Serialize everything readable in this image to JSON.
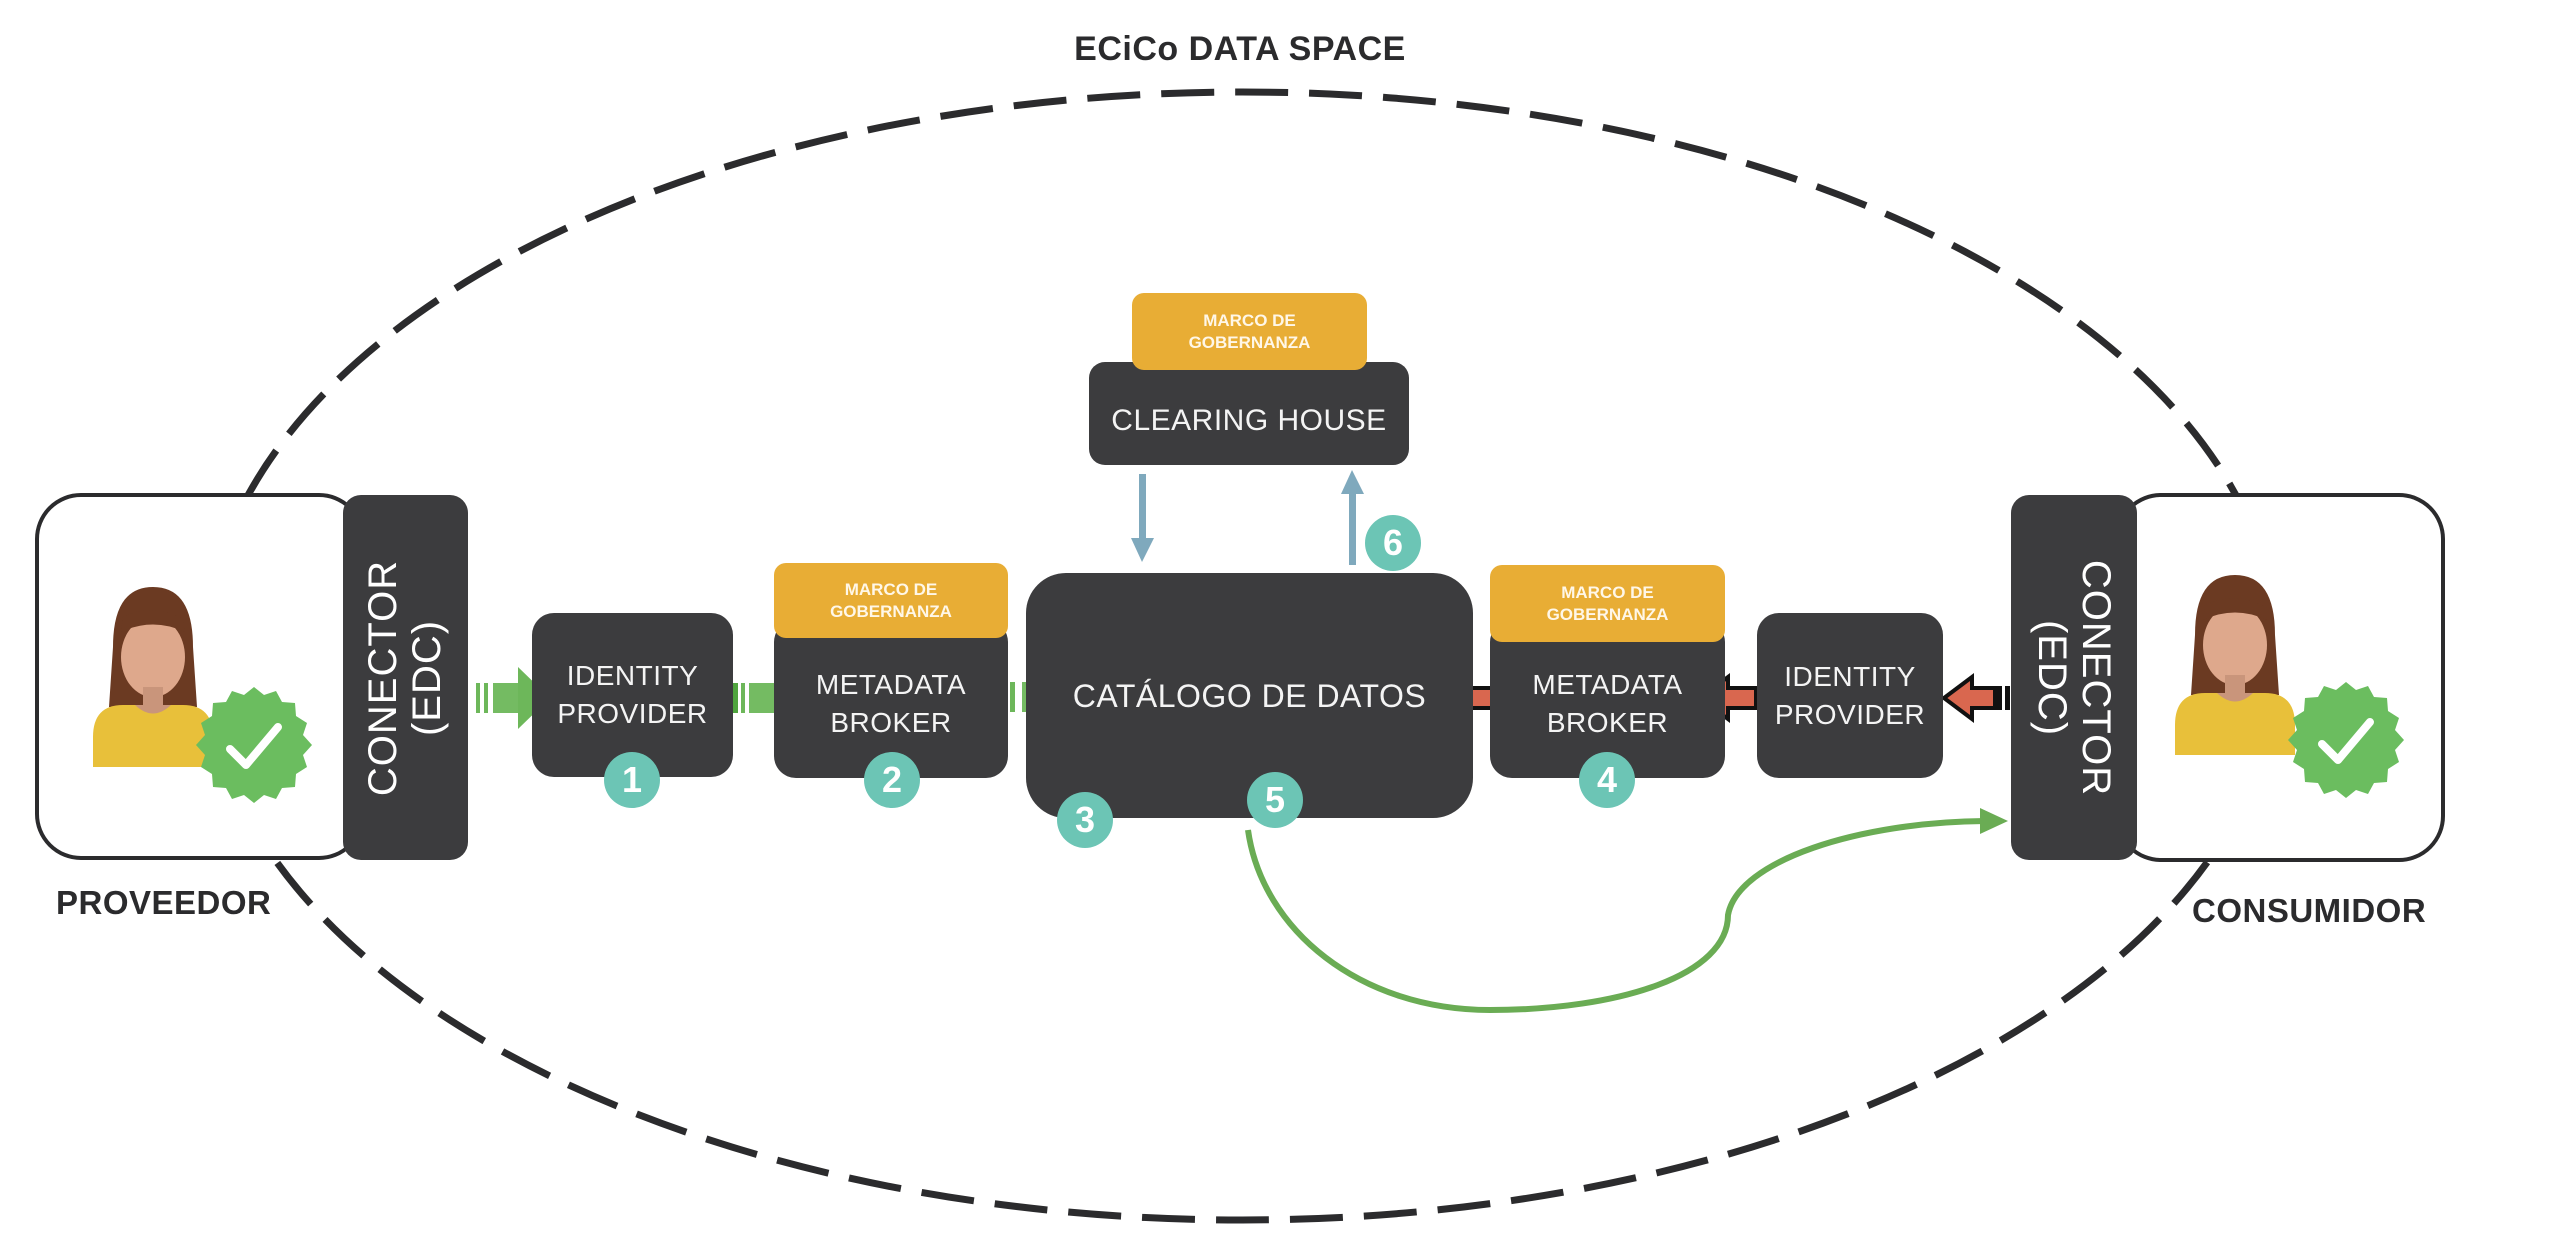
{
  "title": "ECiCo DATA SPACE",
  "colors": {
    "box": "#3c3c3e",
    "governance": "#e8ad35",
    "badge": "#6cc5b5",
    "flow_in": "#6db75a",
    "flow_out": "#d9674f",
    "clearing_arrows": "#7fa9bd",
    "boundary": "#2b2b2d"
  },
  "provider": {
    "role_label": "PROVEEDOR",
    "connector_label_line1": "CONECTOR",
    "connector_label_line2": "(EDC)",
    "avatar_icon": "person-icon",
    "verified_icon": "check-badge-icon"
  },
  "consumer": {
    "role_label": "CONSUMIDOR",
    "connector_label_line1": "CONECTOR",
    "connector_label_line2": "(EDC)",
    "avatar_icon": "person-icon",
    "verified_icon": "check-badge-icon"
  },
  "governance_label": "MARCO DE\nGOBERNANZA",
  "nodes": {
    "identity_provider_left": {
      "label": "IDENTITY\nPROVIDER",
      "step": "1"
    },
    "metadata_broker_left": {
      "label": "METADATA\nBROKER",
      "step": "2",
      "governance": "MARCO DE\nGOBERNANZA"
    },
    "catalog": {
      "label": "CATÁLOGO DE DATOS",
      "step_a": "3",
      "step_b": "5"
    },
    "clearing_house": {
      "label": "CLEARING HOUSE",
      "step": "6",
      "governance": "MARCO DE\nGOBERNANZA"
    },
    "metadata_broker_right": {
      "label": "METADATA\nBROKER",
      "step": "4",
      "governance": "MARCO DE\nGOBERNANZA"
    },
    "identity_provider_right": {
      "label": "IDENTITY\nPROVIDER"
    }
  },
  "flows": [
    {
      "from": "provider-connector",
      "to": "identity-provider-left",
      "kind": "in"
    },
    {
      "from": "identity-provider-left",
      "to": "metadata-broker-left",
      "kind": "in"
    },
    {
      "from": "metadata-broker-left",
      "to": "catalog",
      "kind": "in"
    },
    {
      "from": "consumer-connector",
      "to": "identity-provider-right",
      "kind": "out"
    },
    {
      "from": "identity-provider-right",
      "to": "metadata-broker-right",
      "kind": "out"
    },
    {
      "from": "metadata-broker-right",
      "to": "catalog",
      "kind": "out"
    },
    {
      "from": "clearing-house",
      "to": "catalog",
      "kind": "clearing"
    },
    {
      "from": "catalog",
      "to": "clearing-house",
      "kind": "clearing",
      "step": "6"
    },
    {
      "from": "catalog",
      "to": "consumer-connector",
      "kind": "delivery",
      "step": "5"
    }
  ]
}
